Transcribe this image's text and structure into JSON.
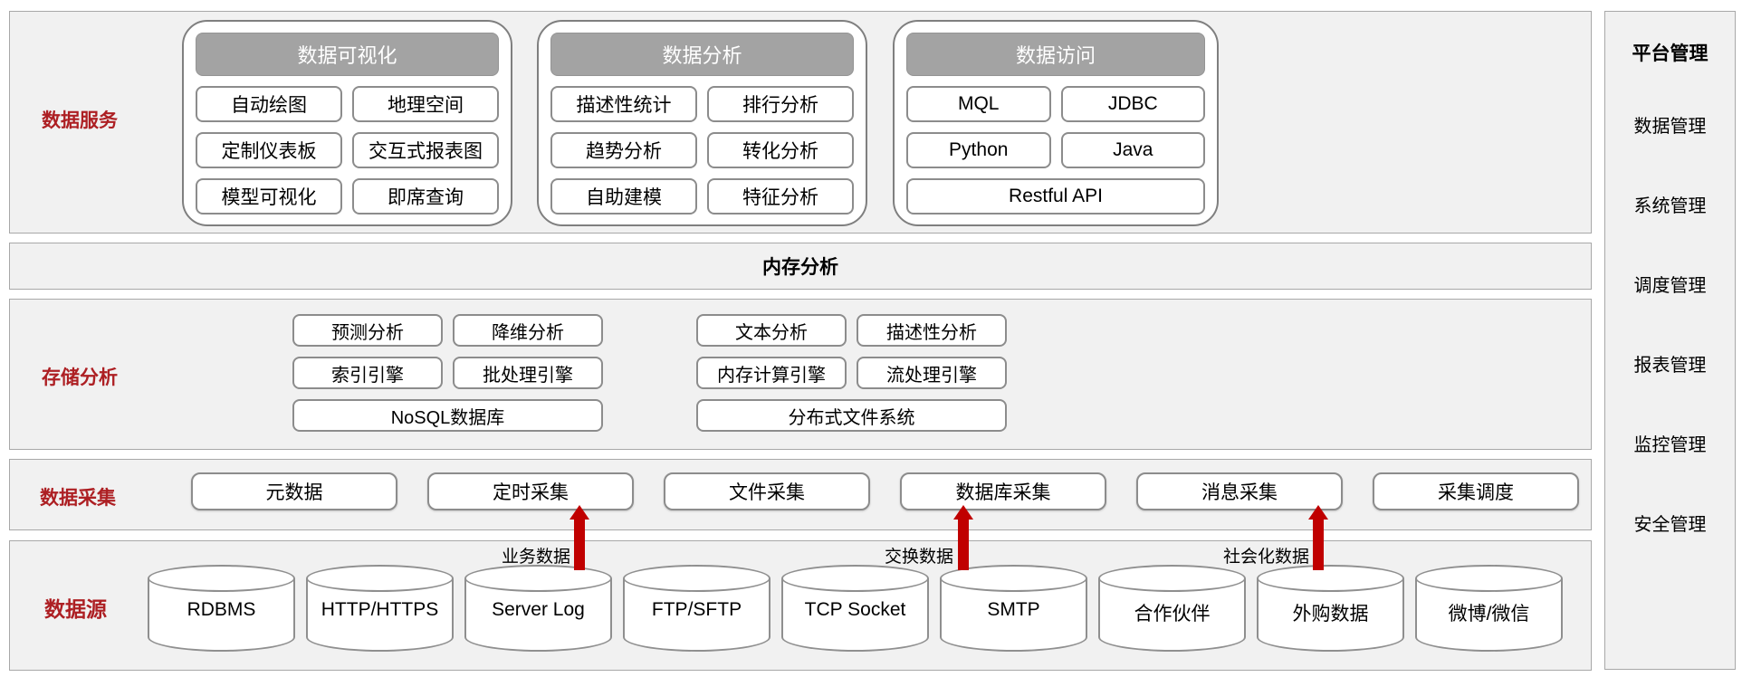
{
  "colors": {
    "accent_red": "#AD1F23",
    "arrow_red": "#C00000",
    "section_bg": "#F1F1F1",
    "section_border": "#A8A8A8",
    "group_header_gray": "#A3A3A3",
    "box_border": "#8C8C8C"
  },
  "sections": {
    "data_services": {
      "label": "数据服务",
      "groups": [
        {
          "title": "数据可视化",
          "items": [
            "自动绘图",
            "地理空间",
            "定制仪表板",
            "交互式报表图",
            "模型可视化",
            "即席查询"
          ]
        },
        {
          "title": "数据分析",
          "items": [
            "描述性统计",
            "排行分析",
            "趋势分析",
            "转化分析",
            "自助建模",
            "特征分析"
          ]
        },
        {
          "title": "数据访问",
          "items": [
            "MQL",
            "JDBC",
            "Python",
            "Java"
          ],
          "wide_item": "Restful API"
        }
      ]
    },
    "memory_analysis": {
      "label": "内存分析"
    },
    "storage_analysis": {
      "label": "存储分析",
      "grids": [
        {
          "items": [
            "预测分析",
            "降维分析",
            "索引引擎",
            "批处理引擎"
          ],
          "wide_item": "NoSQL数据库"
        },
        {
          "items": [
            "文本分析",
            "描述性分析",
            "内存计算引擎",
            "流处理引擎"
          ],
          "wide_item": "分布式文件系统"
        }
      ]
    },
    "data_collection": {
      "label": "数据采集",
      "items": [
        "元数据",
        "定时采集",
        "文件采集",
        "数据库采集",
        "消息采集",
        "采集调度"
      ]
    },
    "data_sources": {
      "label": "数据源",
      "cylinders": [
        "RDBMS",
        "HTTP/HTTPS",
        "Server Log",
        "FTP/SFTP",
        "TCP Socket",
        "SMTP",
        "合作伙伴",
        "外购数据",
        "微博/微信"
      ],
      "arrows": [
        {
          "label": "业务数据"
        },
        {
          "label": "交换数据"
        },
        {
          "label": "社会化数据"
        }
      ]
    }
  },
  "right_panel": {
    "title": "平台管理",
    "items": [
      "数据管理",
      "系统管理",
      "调度管理",
      "报表管理",
      "监控管理",
      "安全管理"
    ]
  }
}
